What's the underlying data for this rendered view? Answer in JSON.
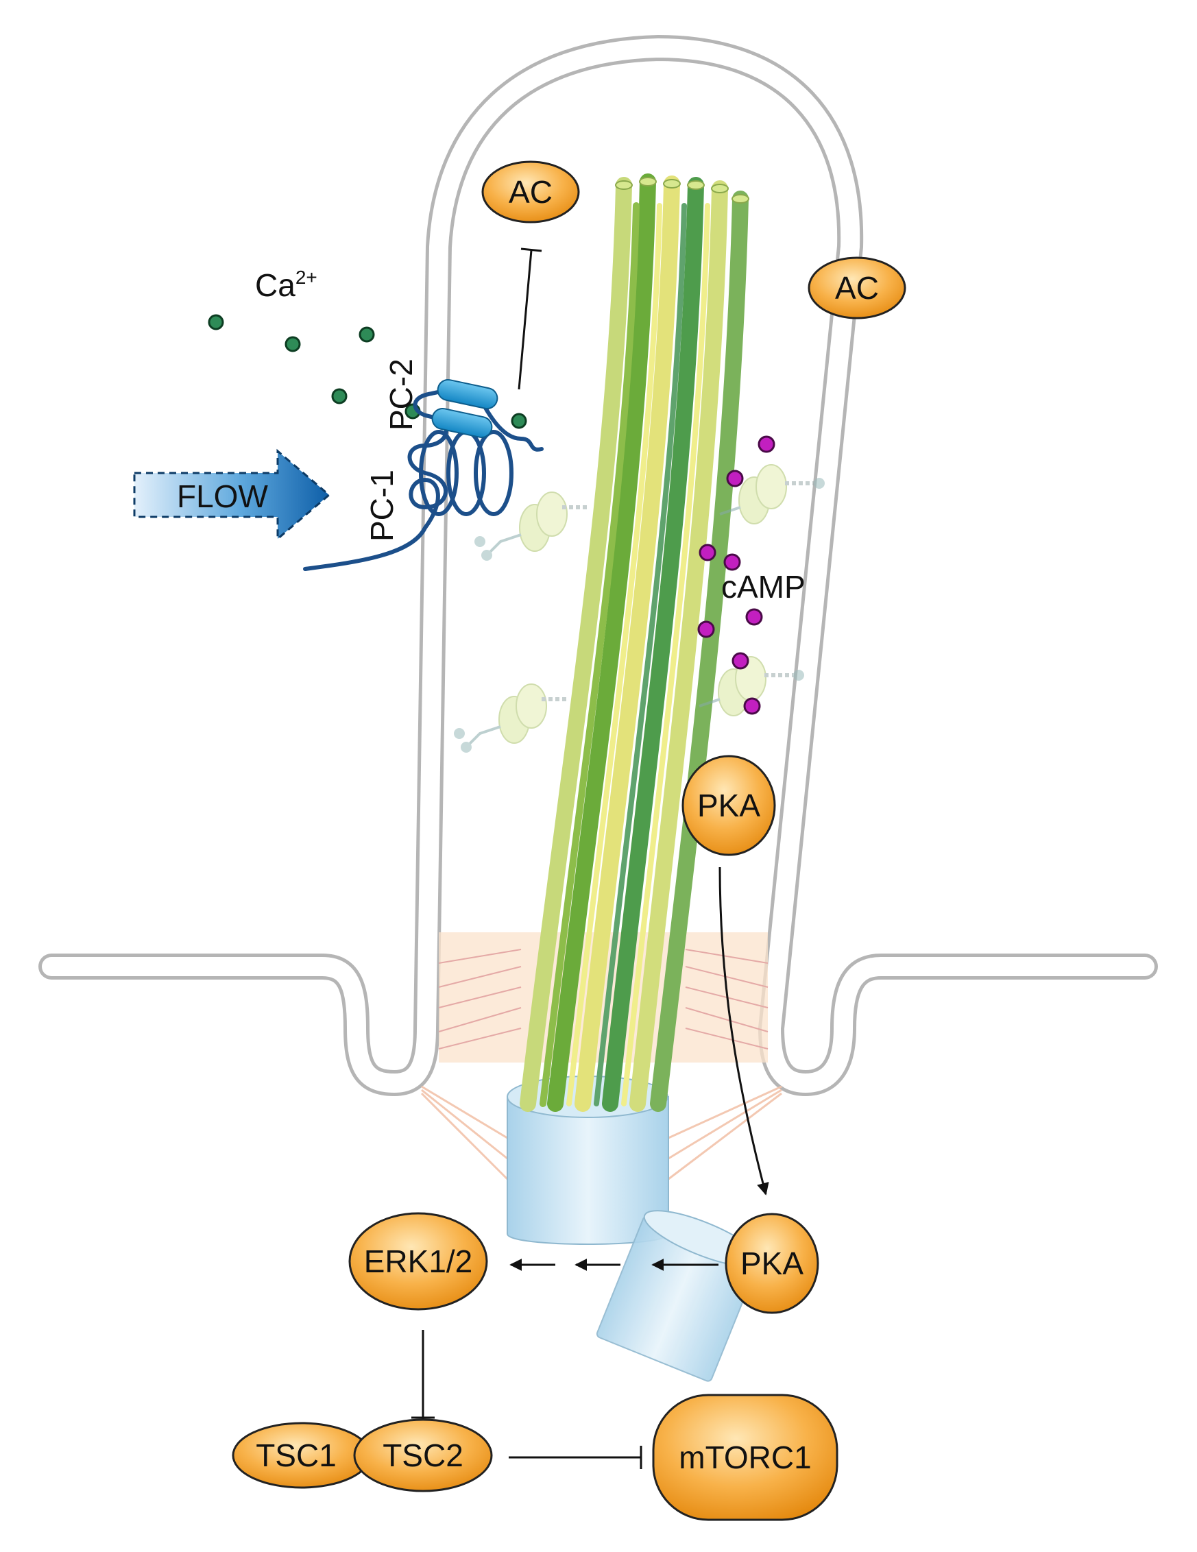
{
  "labels": {
    "ca": "Ca",
    "ca_superscript": "2+",
    "flow": "FLOW",
    "pc1": "PC-1",
    "pc2": "PC-2",
    "camp": "cAMP"
  },
  "nodes": {
    "ac_top": "AC",
    "ac_right": "AC",
    "pka_cilium": "PKA",
    "pka_base": "PKA",
    "erk": "ERK1/2",
    "tsc1": "TSC1",
    "tsc2": "TSC2",
    "mtorc1": "mTORC1"
  },
  "colors": {
    "membrane": "#b3b3b3",
    "node_fill": "#f6a623",
    "node_stroke": "#222222",
    "ca_ion": "#2e8b57",
    "camp": "#c21fc0",
    "pc_protein": "#1b9bd6",
    "pc1_coil": "#1c4f8a",
    "flow_arrow": "#2a7fc4",
    "basal_body": "#b9dcef",
    "microtubule_green": "#6bab3a",
    "microtubule_yellow": "#e3e27a",
    "transition_zone": "#fbe3cc"
  }
}
